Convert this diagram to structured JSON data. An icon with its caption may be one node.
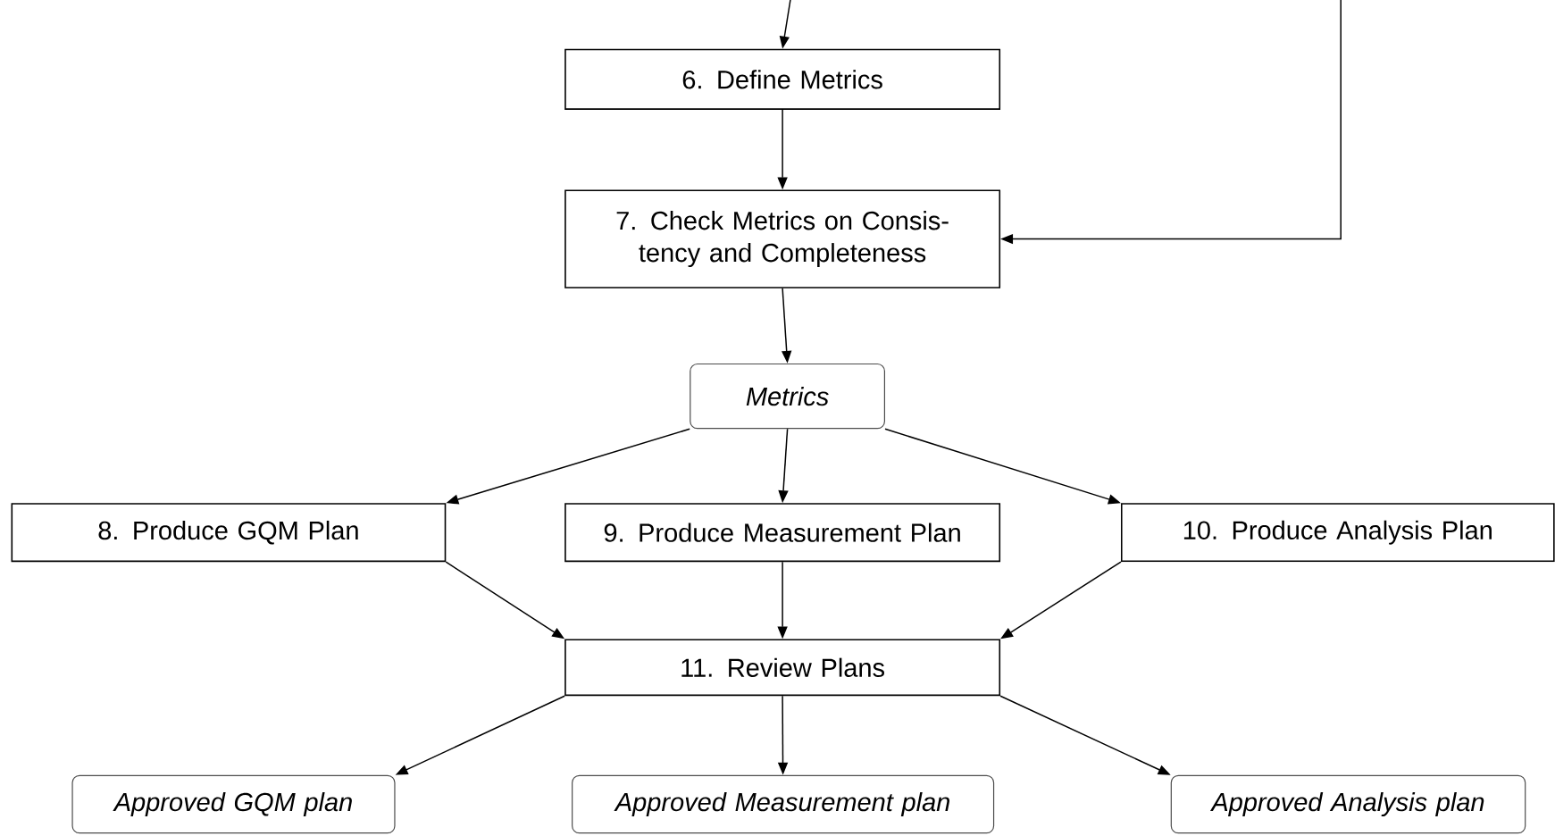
{
  "diagram": {
    "nodes": [
      {
        "text": [
          "6. Define Metrics"
        ]
      },
      {
        "text": [
          "7. Check Metrics on Consis- tency and Completeness"
        ]
      },
      {
        "text": [
          "Metrics"
        ]
      },
      {
        "text": [
          "8. Produce GQM Plan"
        ]
      },
      {
        "text": [
          "9. Produce Measurement Plan"
        ]
      },
      {
        "text": [
          "10. Produce Analysis Plan"
        ]
      },
      {
        "text": [
          "11. Review Plans"
        ]
      },
      {
        "text": [
          "Approved GQM plan"
        ]
      },
      {
        "text": [
          "Approved Measurement plan"
        ]
      },
      {
        "text": [
          "Approved Analysis plan"
        ]
      }
    ],
    "edges": [
      {
        "from": null,
        "to": 0,
        "arrow": "to"
      },
      {
        "from": 0,
        "to": 1,
        "arrow": "to"
      },
      {
        "from": null,
        "to": 1,
        "arrow": "to"
      },
      {
        "from": 1,
        "to": 2,
        "arrow": "to"
      },
      {
        "from": 2,
        "to": 3,
        "arrow": "to"
      },
      {
        "from": 2,
        "to": 4,
        "arrow": "to"
      },
      {
        "from": 2,
        "to": 5,
        "arrow": "to"
      },
      {
        "from": 3,
        "to": 6,
        "arrow": "to"
      },
      {
        "from": 4,
        "to": 6,
        "arrow": "to"
      },
      {
        "from": 5,
        "to": 6,
        "arrow": "to"
      },
      {
        "from": 6,
        "to": 7,
        "arrow": "to"
      },
      {
        "from": 6,
        "to": 8,
        "arrow": "to"
      },
      {
        "from": 6,
        "to": 9,
        "arrow": "to"
      }
    ]
  }
}
